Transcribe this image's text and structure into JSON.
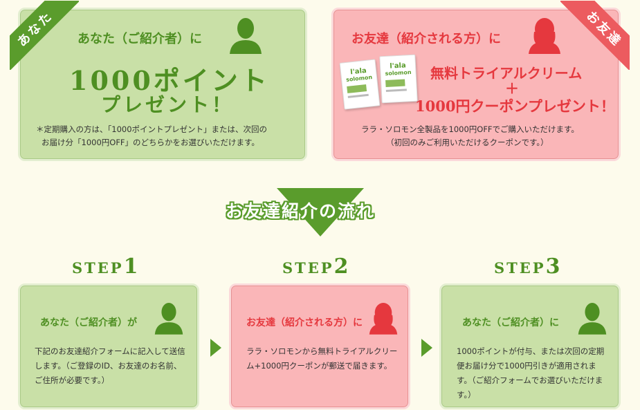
{
  "top_left": {
    "ribbon": "あなた",
    "heading": "あなた（ご紹介者）に",
    "big_line1": "1000ポイント",
    "big_line2": "プレゼント！",
    "note_line1": "＊定期購入の方は、「1000ポイントプレゼント」または、次回の",
    "note_line2": "お届け分「1000円OFF」のどちらかをお選びいただけます。"
  },
  "top_right": {
    "ribbon": "お友達",
    "heading": "お友達（紹介される方）に",
    "line1": "無料トライアルクリーム",
    "plus": "＋",
    "line2": "1000円クーポンプレゼント！",
    "note_line1": "ララ・ソロモン全製品を1000円OFFでご購入いただけます。",
    "note_line2": "（初回のみご利用いただけるクーポンです。）",
    "sachet_brand_1": "l'ala",
    "sachet_brand_2": "solomon"
  },
  "flow_title": "お友達紹介の流れ",
  "steps": [
    {
      "label": "STEP",
      "number": "1",
      "heading": "あなた（ご紹介者）が",
      "body": "下記のお友達紹介フォームに記入して送信します。（ご登録のID、お友達のお名前、ご住所が必要です。）"
    },
    {
      "label": "STEP",
      "number": "2",
      "heading": "お友達（紹介される方）に",
      "body": "ララ・ソロモンから無料トライアルクリーム+1000円クーポンが郵送で届きます。"
    },
    {
      "label": "STEP",
      "number": "3",
      "heading": "あなた（ご紹介者）に",
      "body": "1000ポイントが付与、または次回の定期便お届け分で1000円引きが適用されます。（ご紹介フォームでお選びいただけます。）"
    }
  ],
  "colors": {
    "green": "#4e8f22",
    "red": "#e5383e",
    "green_bg": "#c9e0a7",
    "pink_bg": "#fab6b8",
    "page_bg": "#fdfbec"
  },
  "icons": {
    "person": "person-silhouette-icon",
    "arrow": "triangle-right-icon"
  }
}
